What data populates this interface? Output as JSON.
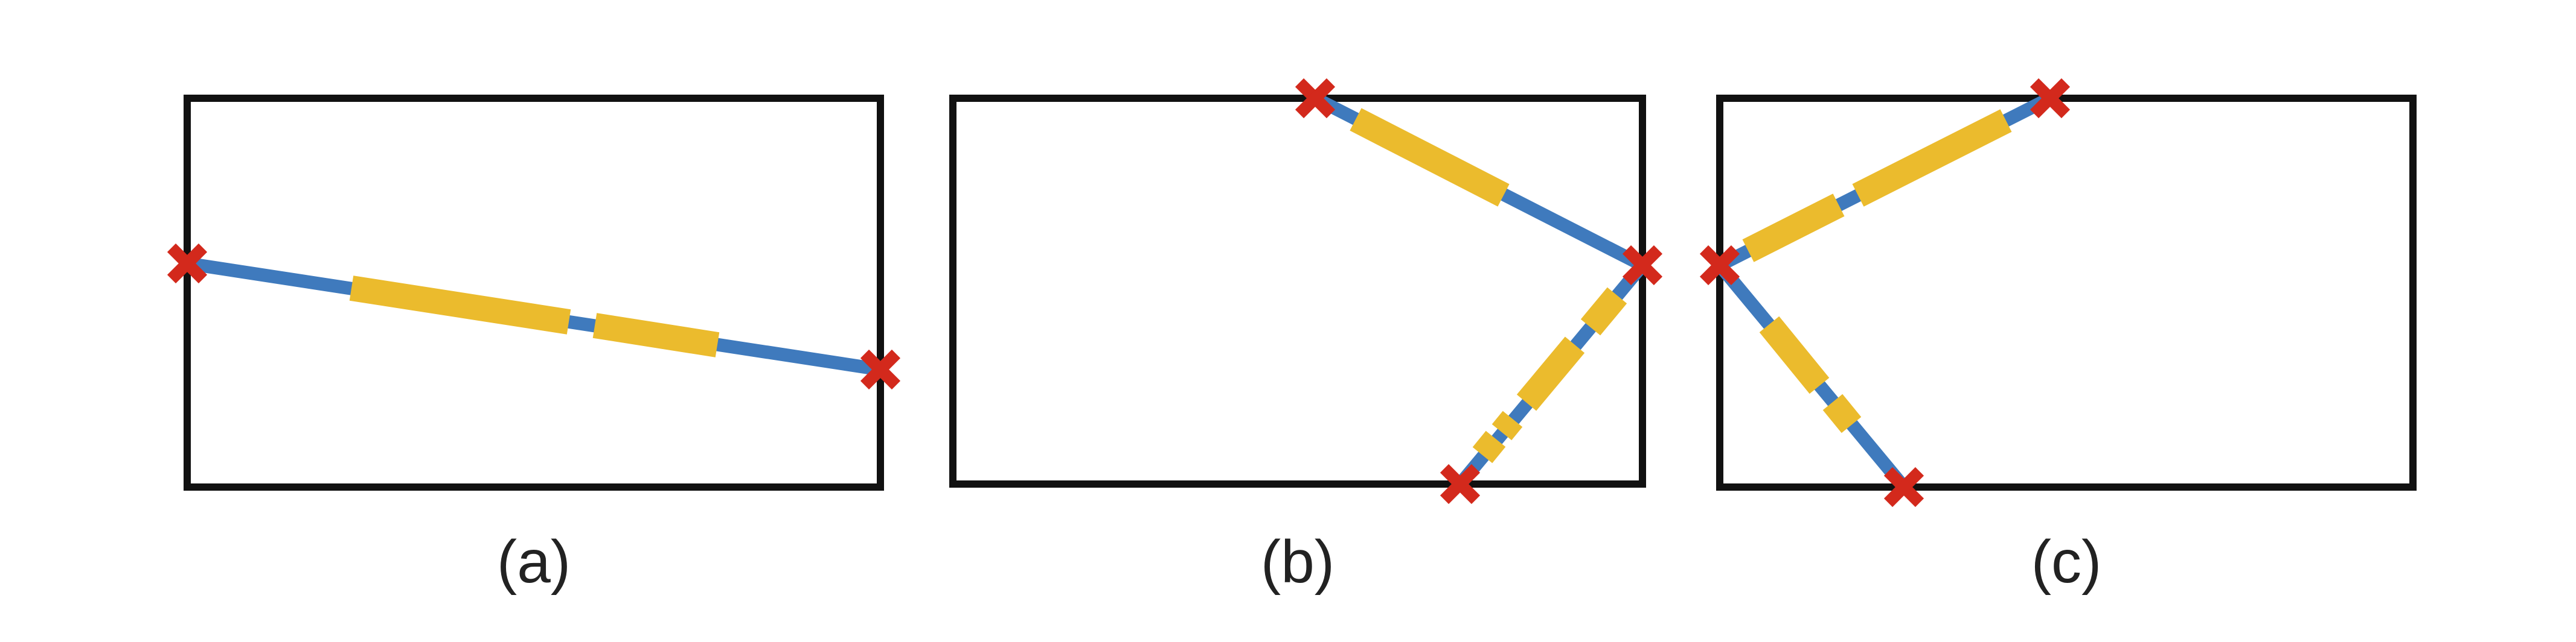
{
  "colors": {
    "frame": "#111111",
    "path": "#3f7abd",
    "segment": "#ebbb2d",
    "endpoint": "#d3291c",
    "caption": "#222222"
  },
  "icons": {
    "endpoint": "cross-icon"
  },
  "panels": [
    {
      "id": "a",
      "caption": "(a)",
      "paths": [
        {
          "from": "left-edge",
          "to": "right-edge",
          "segments": 2
        }
      ]
    },
    {
      "id": "b",
      "caption": "(b)",
      "paths": [
        {
          "from": "top-edge",
          "to": "right-edge",
          "segments": 1
        },
        {
          "from": "right-edge",
          "to": "bottom-edge",
          "segments": 4
        }
      ]
    },
    {
      "id": "c",
      "caption": "(c)",
      "paths": [
        {
          "from": "left-edge",
          "to": "top-edge",
          "segments": 2
        },
        {
          "from": "left-edge",
          "to": "bottom-edge",
          "segments": 2
        }
      ]
    }
  ]
}
